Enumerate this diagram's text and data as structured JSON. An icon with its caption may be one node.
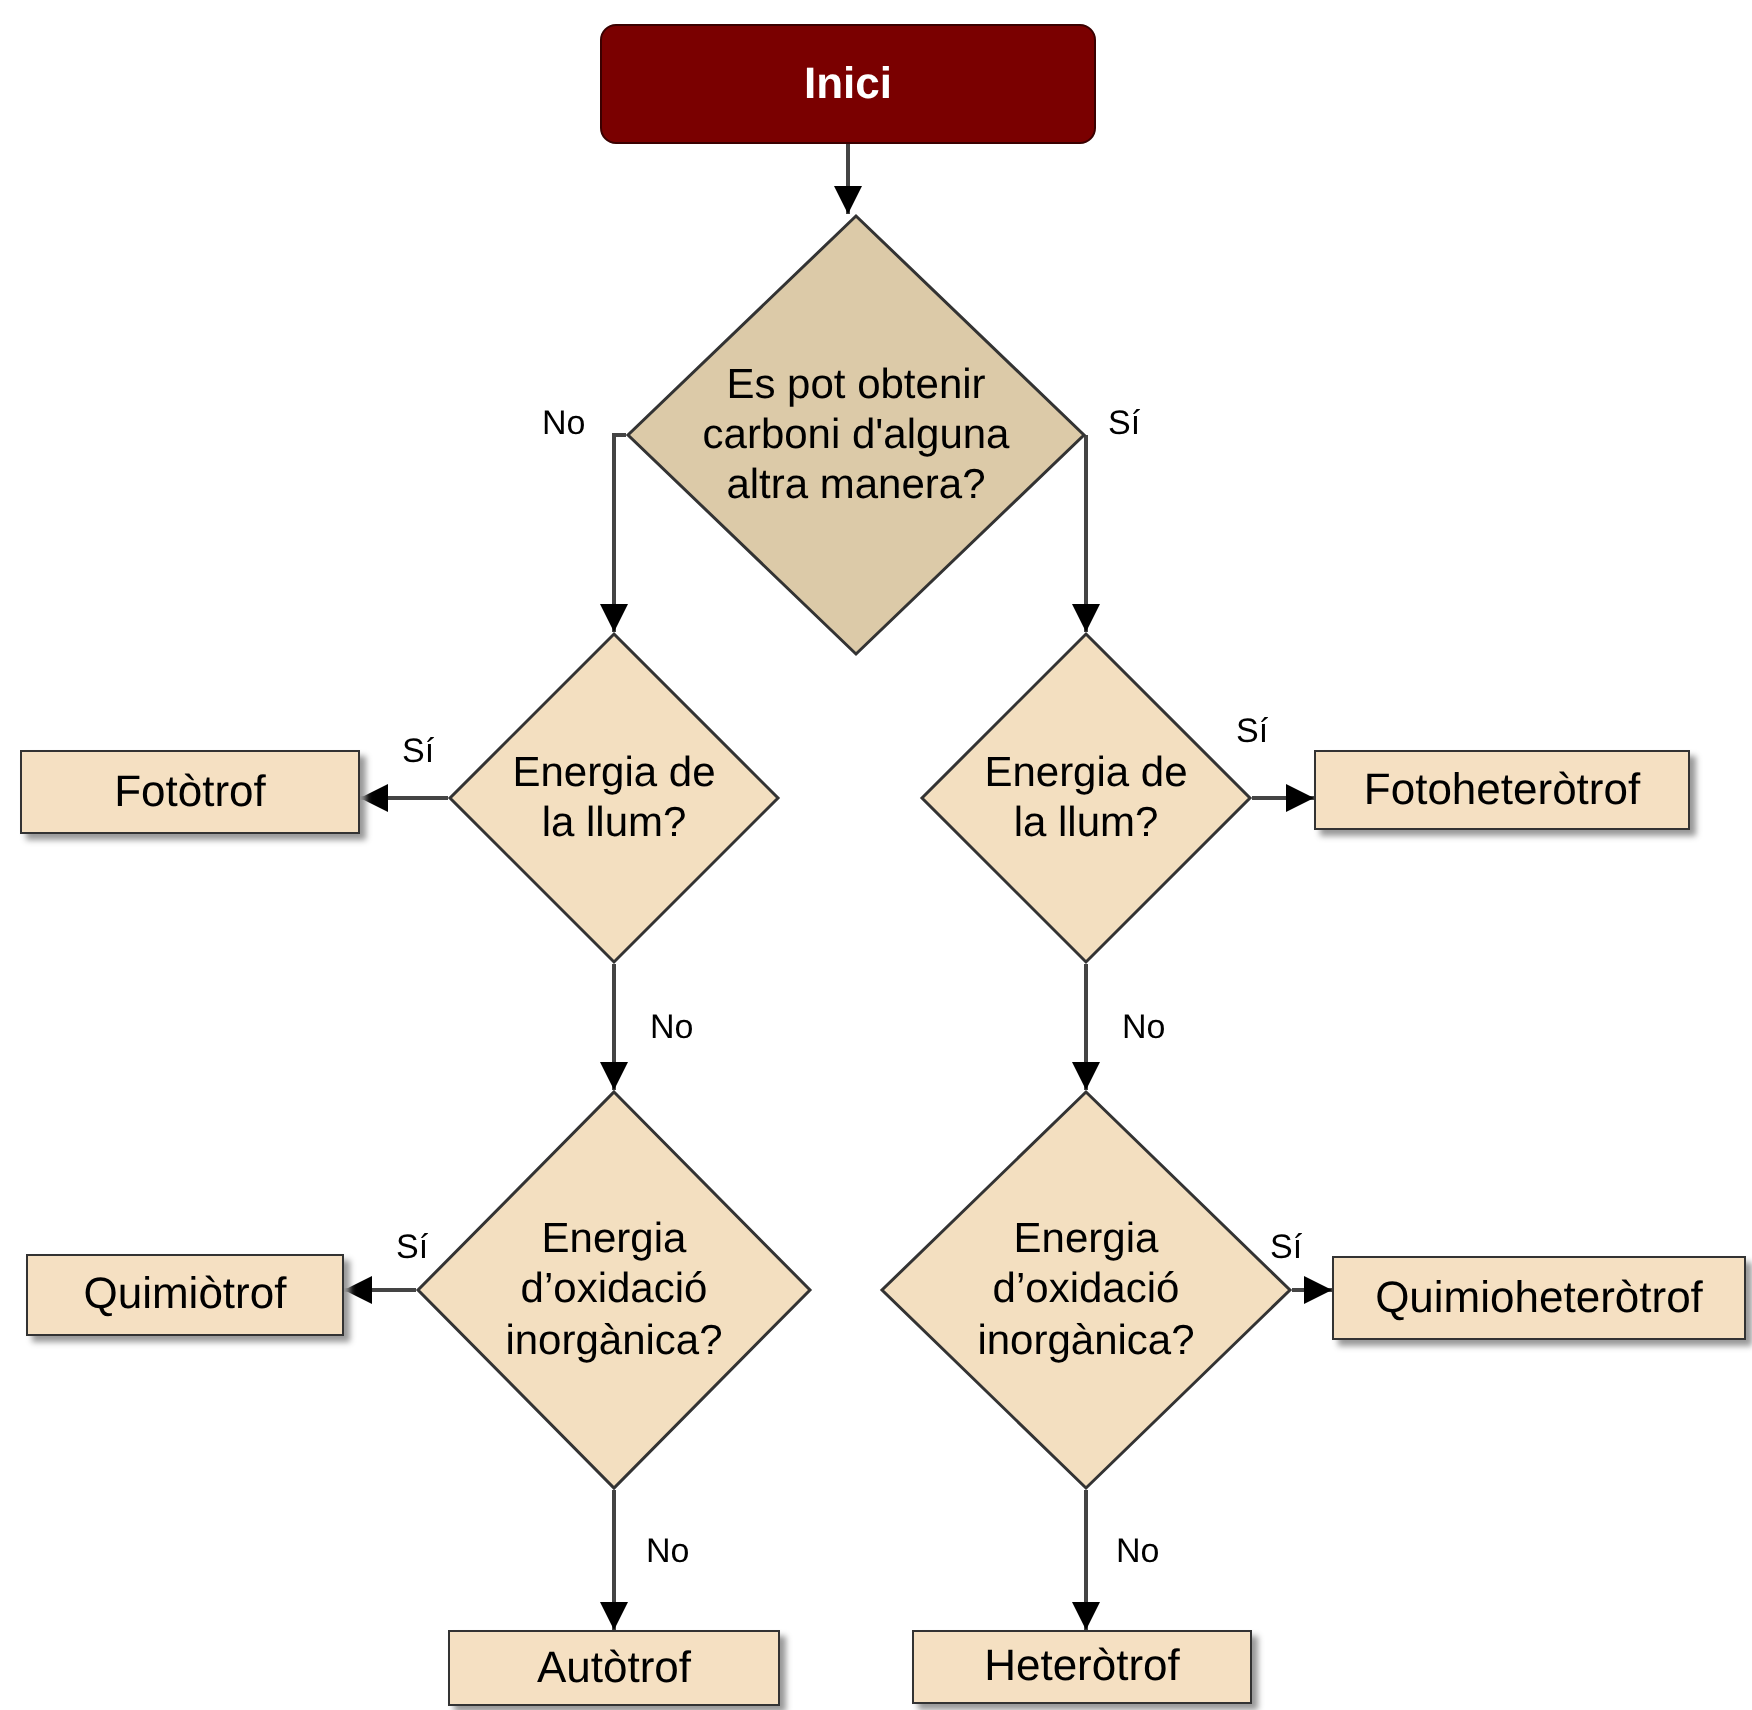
{
  "diagram": {
    "nodes": [
      {
        "text": [
          "Inici"
        ]
      },
      {
        "text": [
          "Es pot obtenir carboni d'alguna altra manera?"
        ]
      },
      {
        "text": [
          "Energia de la llum?"
        ]
      },
      {
        "text": [
          "Fotòtrof"
        ]
      },
      {
        "text": [
          "Energia de la llum?"
        ]
      },
      {
        "text": [
          "Fotoheteròtrof"
        ]
      },
      {
        "text": [
          "Energia d’oxidació inorgànica?"
        ]
      },
      {
        "text": [
          "Quimiòtrof"
        ]
      },
      {
        "text": [
          "Energia d’oxidació inorgànica?"
        ]
      },
      {
        "text": [
          "Quimioheteròtrof"
        ]
      },
      {
        "text": [
          "Autòtrof"
        ]
      },
      {
        "text": [
          "Heteròtrof"
        ]
      }
    ],
    "edges": [
      {
        "from": 0,
        "to": 1,
        "arrow": "to"
      },
      {
        "from": 1,
        "to": 2,
        "arrow": "to",
        "label": "No"
      },
      {
        "from": 1,
        "to": 4,
        "arrow": "to",
        "label": "Sí"
      },
      {
        "from": 2,
        "to": 3,
        "arrow": "to",
        "label": "Sí"
      },
      {
        "from": 4,
        "to": 5,
        "arrow": "to",
        "label": "Sí"
      },
      {
        "from": 2,
        "to": 6,
        "arrow": "to",
        "label": "No"
      },
      {
        "from": 4,
        "to": 8,
        "arrow": "to",
        "label": "No"
      },
      {
        "from": 6,
        "to": 7,
        "arrow": "to",
        "label": "Sí"
      },
      {
        "from": 8,
        "to": 9,
        "arrow": "to",
        "label": "Sí"
      },
      {
        "from": 6,
        "to": 10,
        "arrow": "to",
        "label": "No"
      },
      {
        "from": 8,
        "to": 11,
        "arrow": "to",
        "label": "No"
      }
    ]
  }
}
